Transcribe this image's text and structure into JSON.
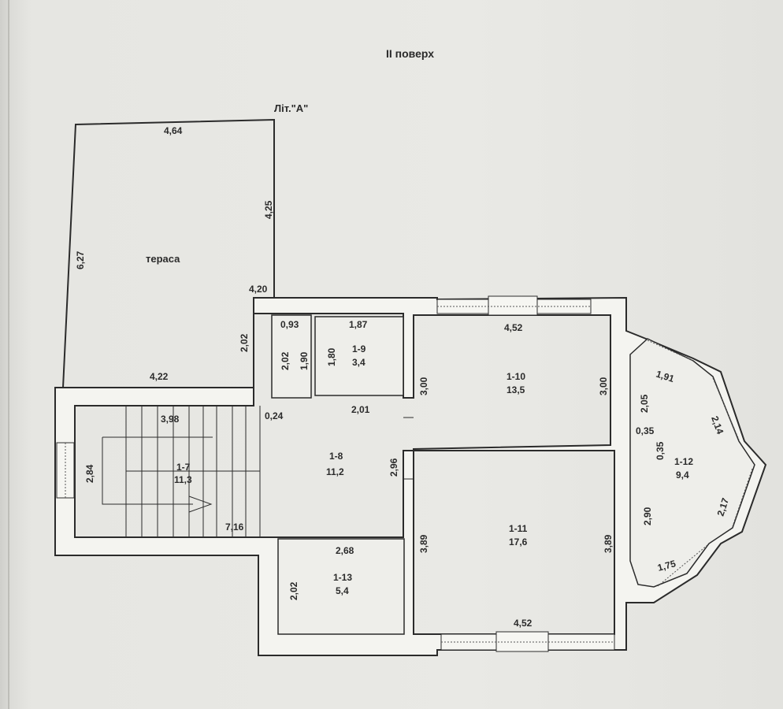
{
  "title": "II поверх",
  "lit_label": "Літ.\"А\"",
  "terrace": {
    "name": "тераса",
    "top": "4,64",
    "right": "4,25",
    "left": "6,27",
    "bottom": "4,22",
    "corner": "4,20",
    "step": "2,02"
  },
  "rooms": {
    "r7": {
      "id": "1-7",
      "area": "11,3"
    },
    "r8": {
      "id": "1-8",
      "area": "11,2"
    },
    "r9": {
      "id": "1-9",
      "area": "3,4"
    },
    "r10": {
      "id": "1-10",
      "area": "13,5"
    },
    "r11": {
      "id": "1-11",
      "area": "17,6"
    },
    "r12": {
      "id": "1-12",
      "area": "9,4"
    },
    "r13": {
      "id": "1-13",
      "area": "5,4"
    }
  },
  "dims": {
    "d093": "0,93",
    "d187": "1,87",
    "d452a": "4,52",
    "d202b": "2,02",
    "d190": "1,90",
    "d180": "1,80",
    "d300a": "3,00",
    "d300b": "3,00",
    "d201": "2,01",
    "d398": "3,98",
    "d024": "0,24",
    "d284": "2,84",
    "d296": "2,96",
    "d716": "7,16",
    "d268": "2,68",
    "d389a": "3,89",
    "d389b": "3,89",
    "d202c": "2,02",
    "d452b": "4,52",
    "d191": "1,91",
    "d214": "2,14",
    "d205": "2,05",
    "d035a": "0,35",
    "d035b": "0,35",
    "d290": "2,90",
    "d217": "2,17",
    "d175": "1,75"
  }
}
